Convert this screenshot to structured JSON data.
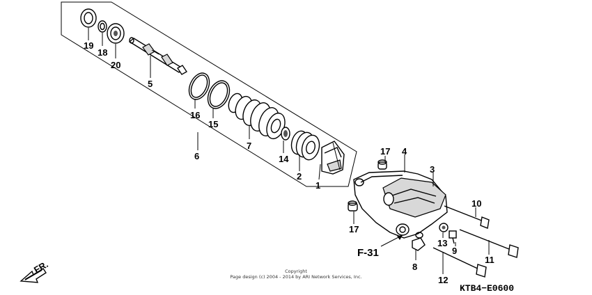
{
  "diagram_code": "KTB4−E0600",
  "copyright_line1": "Copyright",
  "copyright_line2": "Page design (c) 2004 - 2014 by ARI Network Services, Inc.",
  "frame_ref": "F-31",
  "direction_label": "FR.",
  "callouts": {
    "c1": "1",
    "c2": "2",
    "c3": "3",
    "c4": "4",
    "c5": "5",
    "c6": "6",
    "c7": "7",
    "c8": "8",
    "c9": "9",
    "c10": "10",
    "c11": "11",
    "c12": "12",
    "c13": "13",
    "c14": "14",
    "c15": "15",
    "c16": "16",
    "c17a": "17",
    "c17b": "17",
    "c18": "18",
    "c19": "19",
    "c20": "20"
  }
}
